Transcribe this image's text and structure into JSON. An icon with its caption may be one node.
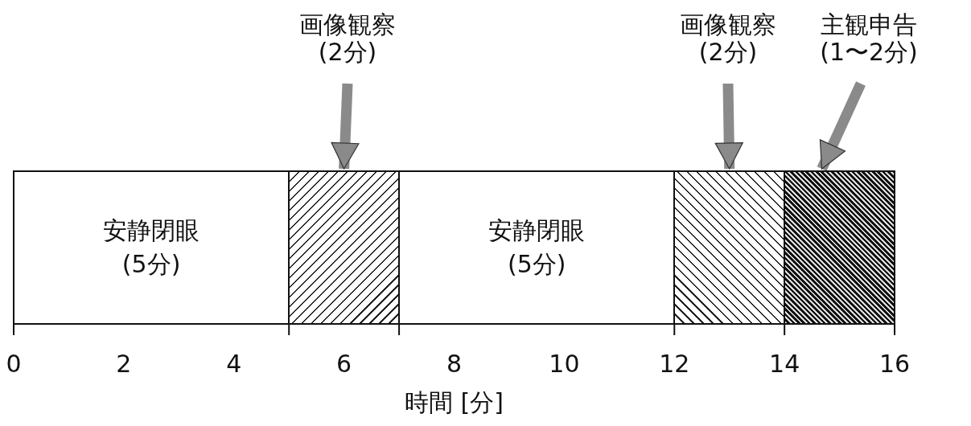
{
  "diagram": {
    "nodes": [
      {
        "text": [
          "画像観察",
          "(2分)"
        ]
      },
      {
        "text": [
          "画像観察",
          "(2分)"
        ]
      },
      {
        "text": [
          "主観申告",
          "(1〜2分)"
        ]
      },
      {
        "text": [
          "安静閉眼",
          "(5分)"
        ]
      },
      {
        "text": [],
        "shape": "box"
      },
      {
        "text": [
          "安静閉眼",
          "(5分)"
        ]
      },
      {
        "text": [],
        "shape": "box"
      },
      {
        "text": [],
        "shape": "box"
      }
    ],
    "edges": [
      {
        "from": 0,
        "to": 4,
        "arrow": "to"
      },
      {
        "from": 1,
        "to": 6,
        "arrow": "to"
      },
      {
        "from": 2,
        "to": 7,
        "arrow": "to"
      }
    ],
    "labels": [
      "0",
      "2",
      "4",
      "6",
      "8",
      "10",
      "12",
      "14",
      "16",
      "時間 [分]"
    ]
  }
}
